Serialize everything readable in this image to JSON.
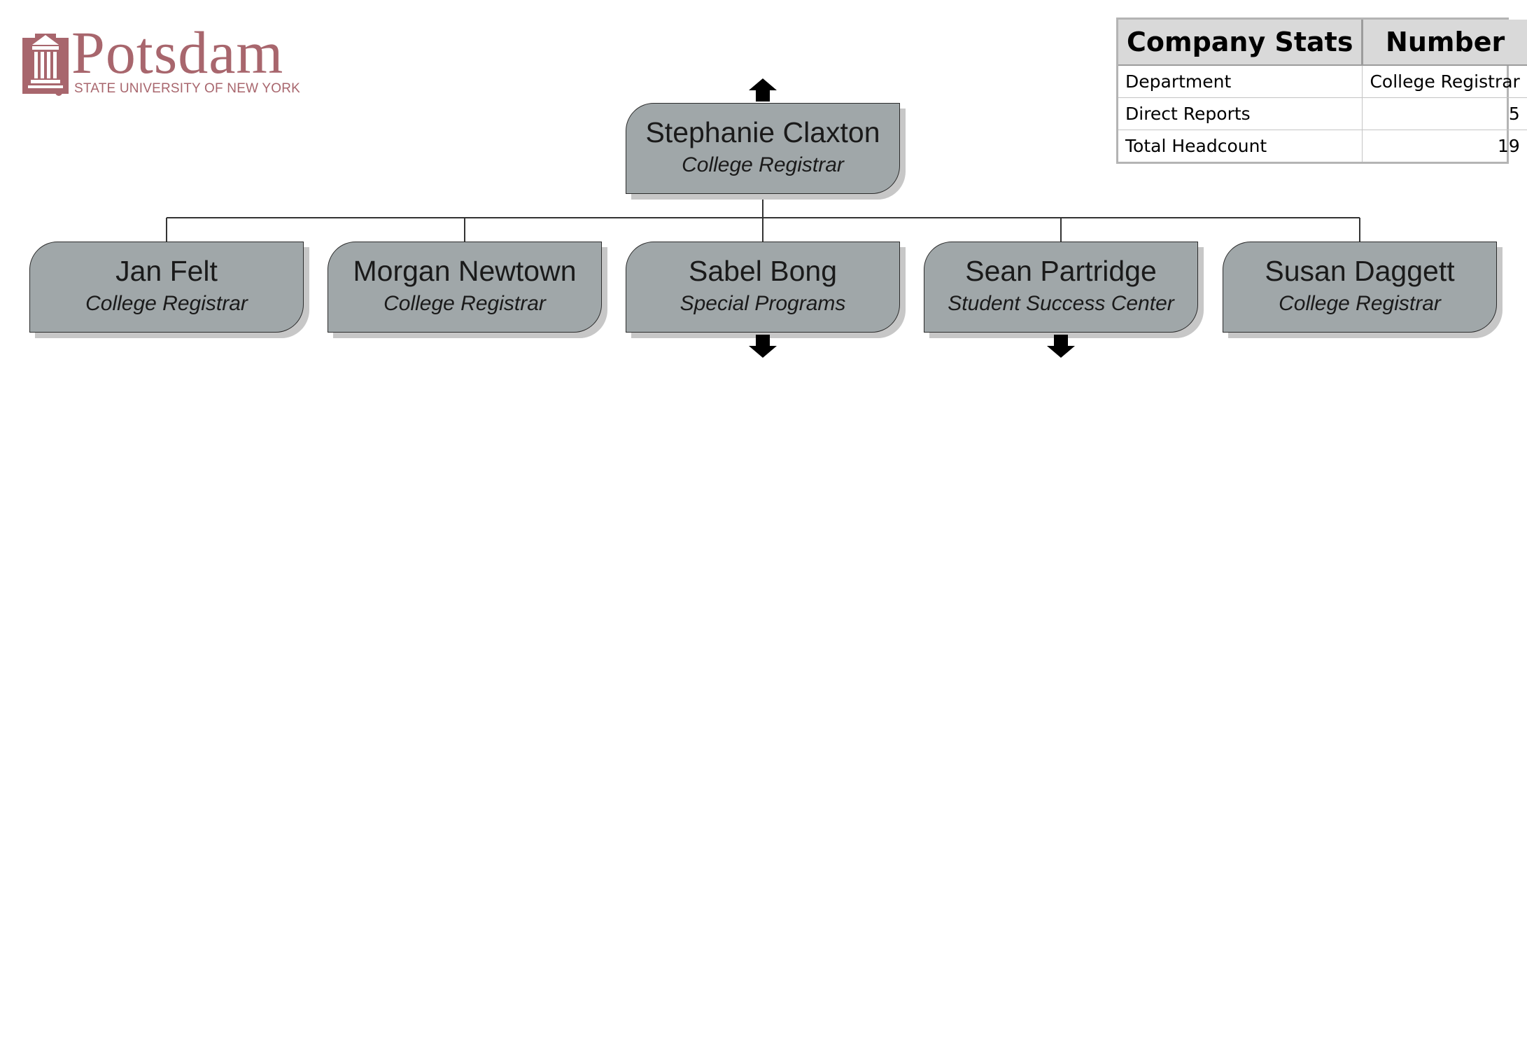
{
  "logo": {
    "wordmark": "Potsdam",
    "subtitle": "STATE UNIVERSITY OF NEW YORK",
    "color": "#a8666d"
  },
  "stats_table": {
    "headers": [
      "Company Stats",
      "Number"
    ],
    "rows": [
      {
        "label": "Department",
        "value": "College Registrar"
      },
      {
        "label": "Direct Reports",
        "value": "5"
      },
      {
        "label": "Total Headcount",
        "value": "19"
      }
    ]
  },
  "org_chart": {
    "node_color": "#a0a7a9",
    "root": {
      "name": "Stephanie Claxton",
      "title": "College Registrar",
      "has_up_arrow": true
    },
    "reports": [
      {
        "name": "Jan Felt",
        "title": "College Registrar",
        "has_down_arrow": false
      },
      {
        "name": "Morgan Newtown",
        "title": "College Registrar",
        "has_down_arrow": false
      },
      {
        "name": "Sabel Bong",
        "title": "Special Programs",
        "has_down_arrow": true
      },
      {
        "name": "Sean Partridge",
        "title": "Student Success Center",
        "has_down_arrow": true
      },
      {
        "name": "Susan Daggett",
        "title": "College Registrar",
        "has_down_arrow": false
      }
    ]
  }
}
